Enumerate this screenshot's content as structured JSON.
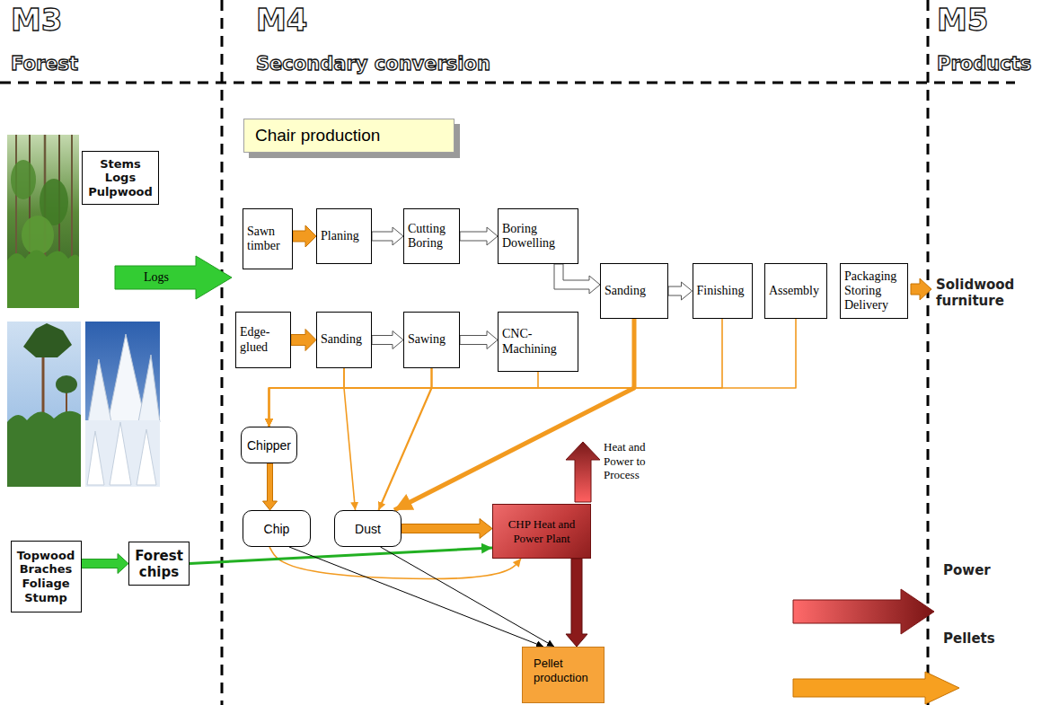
{
  "diagram": {
    "nodes": [
      {
        "text": [
          "Stems Logs Pulpwood"
        ]
      },
      {
        "text": [
          "Chair production"
        ]
      },
      {
        "text": [
          "Sawn timber"
        ]
      },
      {
        "text": [
          "Planing"
        ]
      },
      {
        "text": [
          "Cutting Boring"
        ]
      },
      {
        "text": [
          "Boring Dowelling"
        ]
      },
      {
        "text": [
          "Sanding"
        ]
      },
      {
        "text": [
          "Finishing"
        ]
      },
      {
        "text": [
          "Assembly"
        ]
      },
      {
        "text": [
          "Packaging Storing Delivery"
        ]
      },
      {
        "text": [
          "Edge- glued"
        ]
      },
      {
        "text": [
          "Sanding"
        ]
      },
      {
        "text": [
          "Sawing"
        ]
      },
      {
        "text": [
          "CNC- Machining"
        ]
      },
      {
        "text": [
          "Chipper"
        ]
      },
      {
        "text": [
          "Chip"
        ]
      },
      {
        "text": [
          "Dust"
        ]
      },
      {
        "text": [
          "CHP Heat and Power Plant"
        ]
      },
      {
        "text": [
          "Topwood Braches Foliage Stump"
        ]
      },
      {
        "text": [
          "Forest chips"
        ]
      },
      {
        "text": [
          "Pellet production"
        ]
      }
    ],
    "edges": [
      {
        "from": 2,
        "to": 3,
        "arrow": "to"
      },
      {
        "from": 3,
        "to": 4,
        "arrow": "to"
      },
      {
        "from": 4,
        "to": 5,
        "arrow": "to"
      },
      {
        "from": 5,
        "to": 6,
        "arrow": "to"
      },
      {
        "from": 6,
        "to": 7,
        "arrow": "to"
      },
      {
        "from": 10,
        "to": 11,
        "arrow": "to"
      },
      {
        "from": 11,
        "to": 12,
        "arrow": "to"
      },
      {
        "from": 12,
        "to": 13,
        "arrow": "to"
      },
      {
        "from": 8,
        "to": 14,
        "arrow": "to"
      },
      {
        "from": 7,
        "to": 14,
        "arrow": "to"
      },
      {
        "from": 6,
        "to": 14,
        "arrow": "to"
      },
      {
        "from": 13,
        "to": 14,
        "arrow": "to"
      },
      {
        "from": 12,
        "to": 14,
        "arrow": "to"
      },
      {
        "from": 11,
        "to": 14,
        "arrow": "to"
      },
      {
        "from": 6,
        "to": 16,
        "arrow": "to"
      },
      {
        "from": 12,
        "to": 16,
        "arrow": "to"
      },
      {
        "from": 11,
        "to": 16,
        "arrow": "to"
      },
      {
        "from": 14,
        "to": 15,
        "arrow": "to"
      },
      {
        "from": 16,
        "to": 17,
        "arrow": "to"
      },
      {
        "from": 15,
        "to": 17,
        "arrow": "to"
      },
      {
        "from": 19,
        "to": 17,
        "arrow": "to"
      },
      {
        "from": 15,
        "to": 20,
        "arrow": "to"
      },
      {
        "from": 16,
        "to": 20,
        "arrow": "to"
      },
      {
        "from": 17,
        "to": 20,
        "arrow": "to"
      },
      {
        "from": 18,
        "to": 19,
        "arrow": "to"
      }
    ],
    "labels": [
      "M3",
      "Forest",
      "M4",
      "Secondary conversion",
      "M5",
      "Products",
      "Logs",
      "Solidwood furniture",
      "Heat and Power to Process",
      "Power",
      "Pellets"
    ]
  }
}
